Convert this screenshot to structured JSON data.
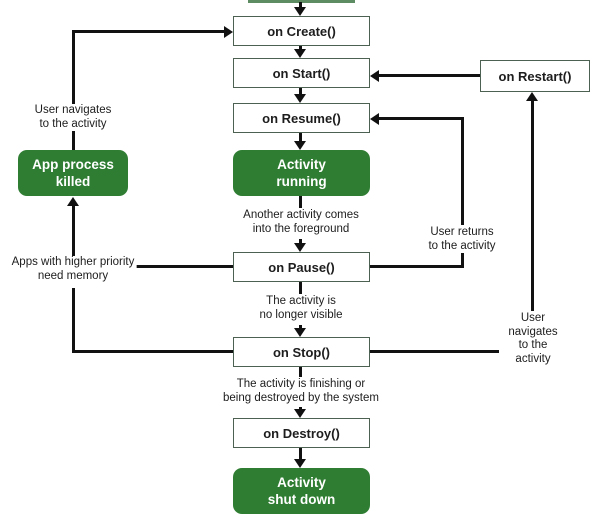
{
  "nodes": {
    "on_create": "on Create()",
    "on_start": "on Start()",
    "on_resume": "on Resume()",
    "on_restart": "on Restart()",
    "activity_running": "Activity\nrunning",
    "app_process_killed": "App process\nkilled",
    "on_pause": "on Pause()",
    "on_stop": "on Stop()",
    "on_destroy": "on Destroy()",
    "activity_shut_down": "Activity\nshut down"
  },
  "captions": {
    "user_navigates_left": "User navigates\nto the activity",
    "another_activity_foreground": "Another activity comes\ninto the foreground",
    "user_returns": "User returns\nto the activity",
    "apps_higher_priority": "Apps with higher priority\nneed memory",
    "activity_no_longer_visible": "The activity is\nno longer visible",
    "user_navigates_right": "User navigates\nto the activity",
    "activity_finishing": "The activity is finishing or\nbeing destroyed by the system"
  },
  "colors": {
    "node_green": "#2e7d32",
    "node_border": "#4c6152",
    "cropped_box_edge": "#5d8c62",
    "arrow": "#111111",
    "text": "#1d1d1d",
    "background": "#ffffff"
  }
}
